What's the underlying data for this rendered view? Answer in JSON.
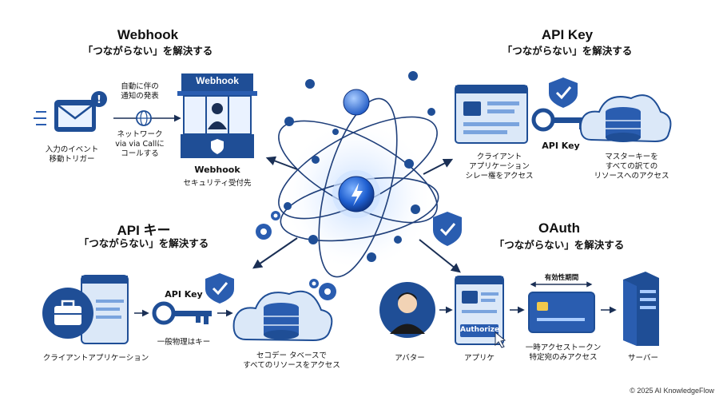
{
  "webhook": {
    "title": "Webhook",
    "subtitle": "「つながらない」を解決する",
    "booth_sign": "Webhook",
    "booth_caption": "Webhook",
    "booth_sub": "セキュリティ受付先",
    "email_caption": "入力のイベント\n移動トリガー",
    "note_top": "自動に伴の\n通知の発表",
    "note_bottom": "ネットワーク\nvia via Callに\nコールする"
  },
  "apikey_right": {
    "title": "API Key",
    "subtitle": "「つながらない」を解決する",
    "client_caption": "クライアント\nアプリケーション\nシレー権をアクセス",
    "key_caption": "API Key",
    "db_caption": "マスターキーを\nすべての訳ての\nリソースへのアクセス"
  },
  "apikey_left": {
    "title": "API キー",
    "subtitle": "「つながらない」を解決する",
    "app_caption": "クライアントアプリケーション",
    "key_caption": "API Key",
    "key_sub": "一般物理はキー",
    "db_caption": "セコデー タベースで\nすべてのリソースをアクセス"
  },
  "oauth": {
    "title": "OAuth",
    "subtitle": "「つながらない」を解決する",
    "avatar_caption": "アバター",
    "app_caption": "アプリケ",
    "authorize_label": "Authorize",
    "validity_label": "有効性期間",
    "card_caption": "一時アクセストークン\n特定宛のみアクセス",
    "server_caption": "サーバー"
  },
  "footer": {
    "copyright": "© 2025 AI KnowledgeFlow"
  },
  "colors": {
    "primary": "#1f4e96",
    "accent": "#3b82f6",
    "light": "#dbe8f8",
    "dark": "#0f2f63"
  }
}
